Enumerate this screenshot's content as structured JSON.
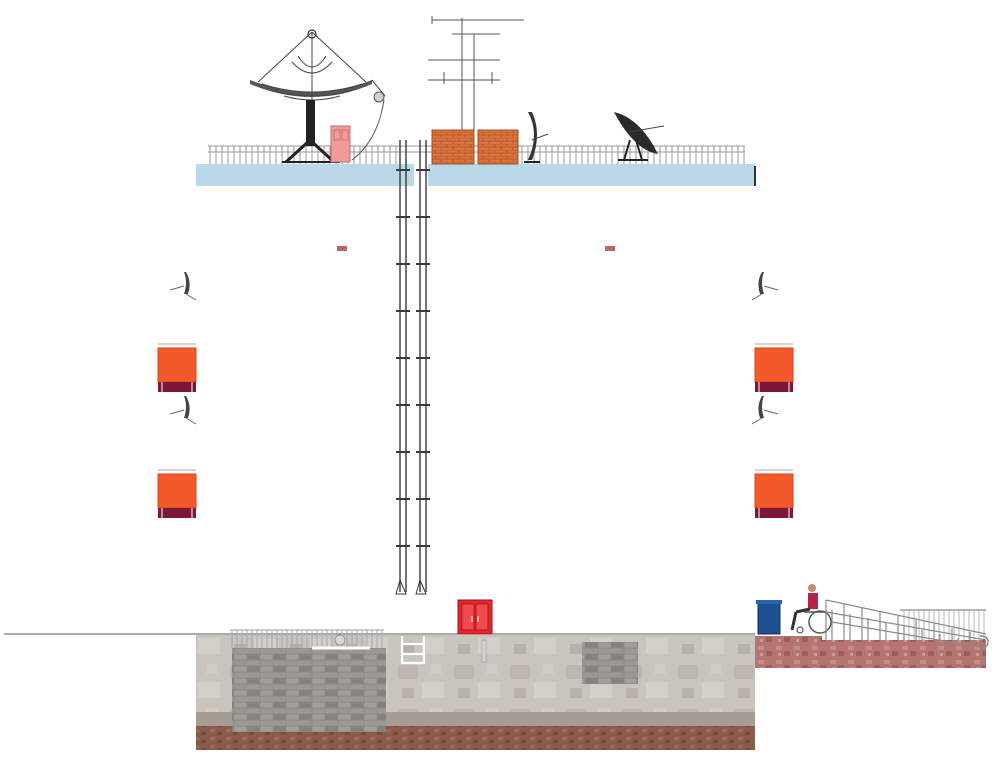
{
  "drawing": {
    "kind": "building-elevation",
    "colors": {
      "background": "#ffffff",
      "roof_slab": "#b9d8e8",
      "outline": "#2a2a2a",
      "rail": "#9a9a9a",
      "brick": "#d8743e",
      "brick_joint": "#b4532a",
      "aircon_orange": "#f4592b",
      "aircon_base": "#7d1738",
      "door_red": "#e6242b",
      "door_pink": "#f19a9a",
      "concrete": "#c9c4bd",
      "concrete_dark": "#a59d94",
      "stone_block": "#8e8a86",
      "earth": "#8a5a4a",
      "pink_granite": "#b57470",
      "bin_blue": "#1f4f93",
      "person_shirt": "#b3234a",
      "ladder": "#3a3a3a"
    },
    "elements": [
      {
        "name": "satellite-dish-large",
        "icon": "large-satellite-dish-icon",
        "group": "roof"
      },
      {
        "name": "roof-access-door",
        "icon": "door-icon",
        "group": "roof"
      },
      {
        "name": "tv-antenna-mast",
        "icon": "antenna-icon",
        "group": "roof"
      },
      {
        "name": "brick-parapet",
        "icon": "brick-wall-icon",
        "group": "roof"
      },
      {
        "name": "satellite-dish-small-left",
        "icon": "satellite-dish-icon",
        "group": "roof"
      },
      {
        "name": "satellite-dish-small-right",
        "icon": "satellite-dish-icon",
        "group": "roof"
      },
      {
        "name": "roof-railing",
        "icon": "railing-icon",
        "group": "roof"
      },
      {
        "name": "vertical-ladder",
        "icon": "ladder-icon",
        "group": "facade"
      },
      {
        "name": "wall-vent",
        "icon": "vent-icon",
        "group": "facade"
      },
      {
        "name": "wall-dish",
        "icon": "satellite-dish-icon",
        "group": "facade"
      },
      {
        "name": "aircon-unit",
        "icon": "air-conditioner-icon",
        "group": "facade"
      },
      {
        "name": "entrance-door",
        "icon": "double-door-icon",
        "group": "ground"
      },
      {
        "name": "waste-bin",
        "icon": "bin-icon",
        "group": "ground"
      },
      {
        "name": "wheelchair-user",
        "icon": "wheelchair-icon",
        "group": "ground"
      },
      {
        "name": "access-ramp-handrail",
        "icon": "handrail-icon",
        "group": "ground"
      },
      {
        "name": "basement-light-well",
        "icon": "grate-icon",
        "group": "basement"
      },
      {
        "name": "basement-step-ladder",
        "icon": "ladder-icon",
        "group": "basement"
      }
    ]
  }
}
